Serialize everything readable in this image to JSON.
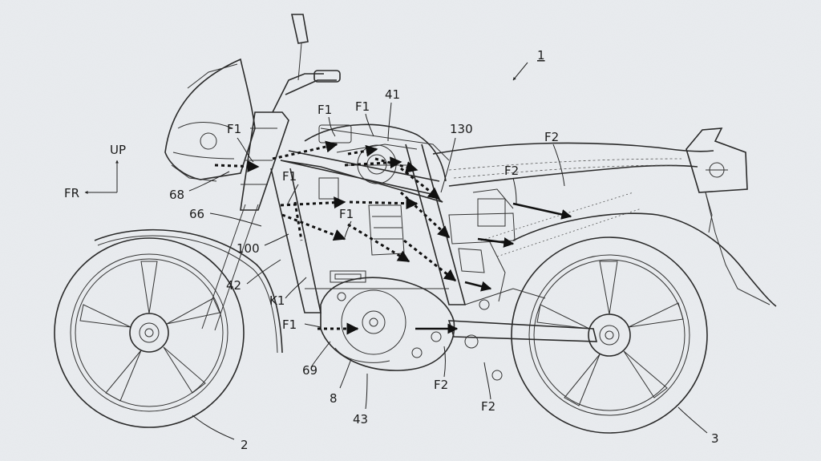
{
  "orientation": {
    "up": "UP",
    "front": "FR"
  },
  "figure": {
    "ref_main": "1"
  },
  "labels": {
    "f1_a": "F1",
    "f1_b": "F1",
    "f1_c": "F1",
    "f1_d": "F1",
    "f1_e": "F1",
    "f1_f": "F1",
    "f2_a": "F2",
    "f2_b": "F2",
    "f2_c": "F2",
    "f2_d": "F2",
    "n2": "2",
    "n3": "3",
    "n8": "8",
    "n41": "41",
    "n42": "42",
    "n43": "43",
    "n66": "66",
    "n68": "68",
    "n69": "69",
    "n100": "100",
    "n130": "130",
    "k1": "K1"
  },
  "colors": {
    "paper": "#e9ecef",
    "ink": "#1b1b1b"
  }
}
